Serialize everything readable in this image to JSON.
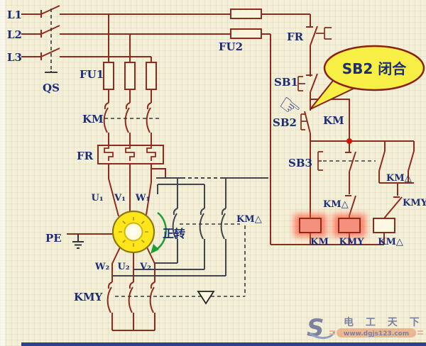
{
  "power": {
    "phases": [
      "L1",
      "L2",
      "L3"
    ],
    "qs": "QS",
    "fu1": "FU1",
    "km": "KM",
    "fr": "FR",
    "pe": "PE",
    "kmy": "KMY",
    "km_delta": "KM△",
    "rotation_note": "正转",
    "terminals_top": [
      "U₁",
      "V₁",
      "W₁"
    ],
    "terminals_bottom": [
      "W₂",
      "U₂",
      "V₂"
    ]
  },
  "control": {
    "fu2": "FU2",
    "fr": "FR",
    "sb1": "SB1",
    "sb2": "SB2",
    "km_seal": "KM",
    "sb3": "SB3",
    "km_delta_nc": "KM△",
    "km_delta_no": "KM△",
    "kmy_nc": "KMY",
    "coil_km": "KM",
    "coil_kmy": "KMY",
    "coil_km_delta": "KM△"
  },
  "callout": {
    "text": "SB2 闭合"
  },
  "watermark": {
    "name": "电 工 天 下",
    "url": "www.dgjs123.com"
  },
  "colors": {
    "wire": "#8f2b1d",
    "aux_wire": "#41454d",
    "label": "#1c2d78",
    "coil_highlight": "#ff4a2a",
    "callout_fill": "#f7ef45",
    "callout_text": "#d60f0f",
    "motor_yellow": "#ffe61a",
    "rotation_green": "#1e9e33",
    "background": "#f4f0d8"
  }
}
